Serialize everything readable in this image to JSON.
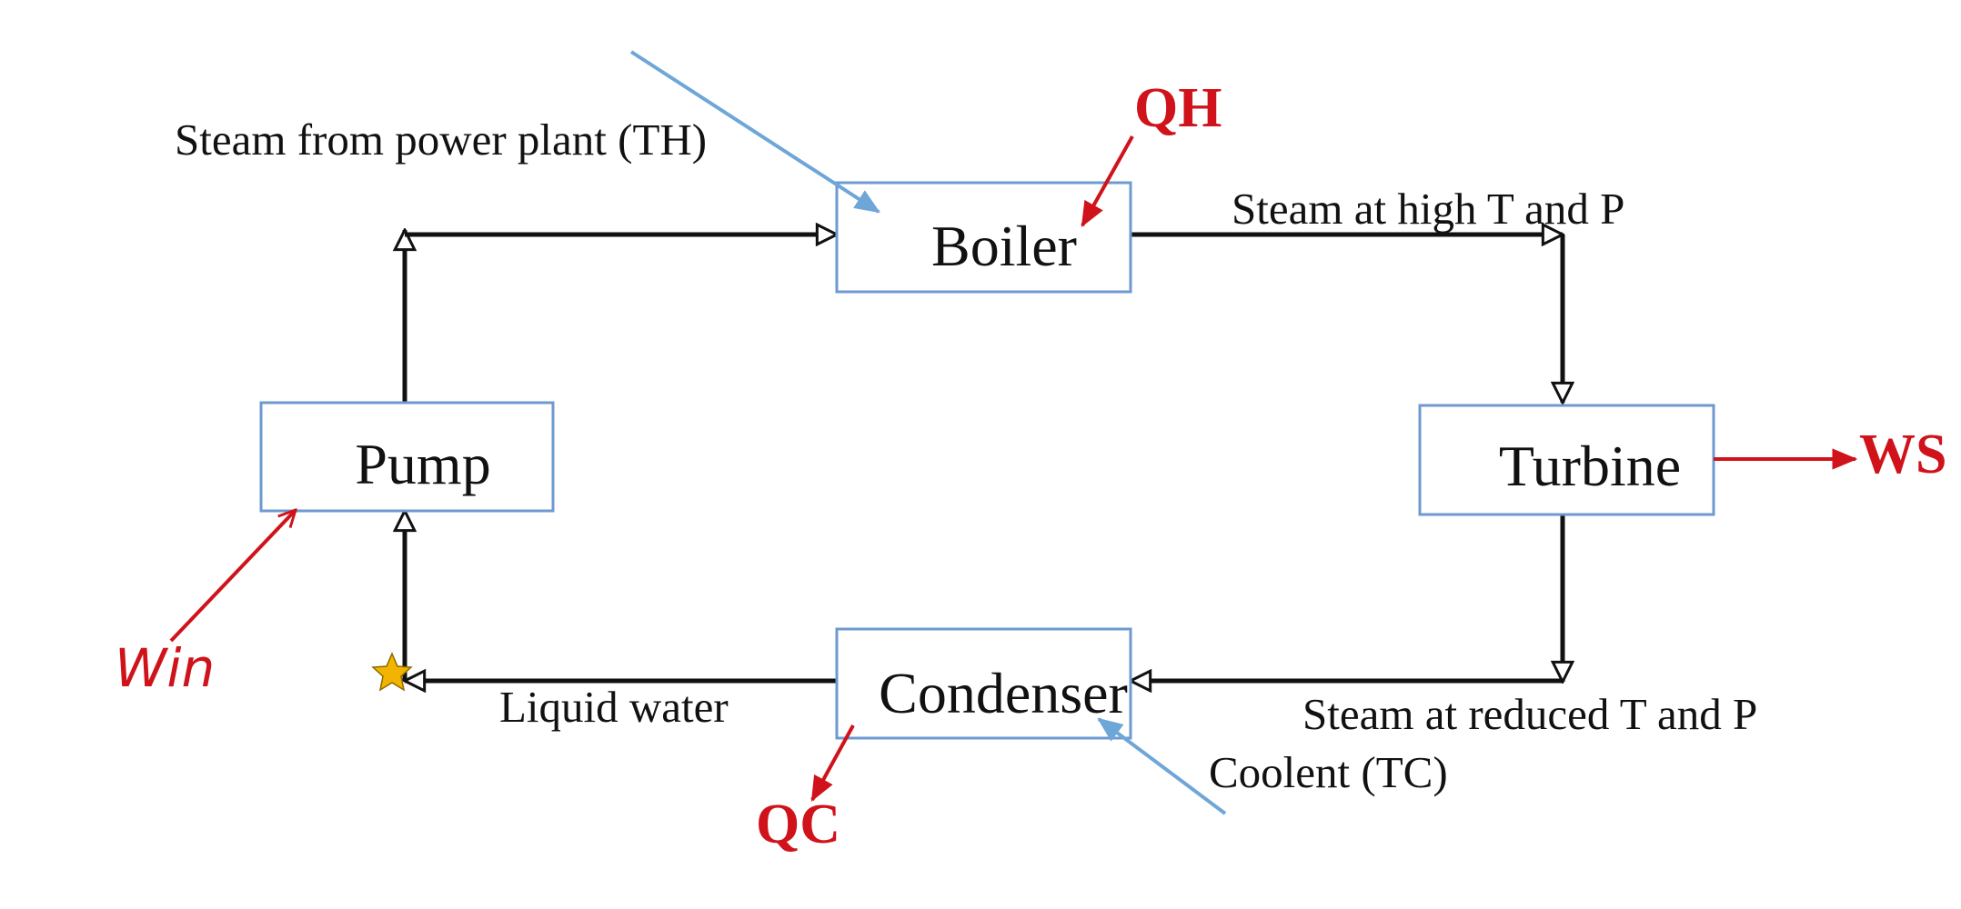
{
  "components": {
    "boiler": "Boiler",
    "turbine": "Turbine",
    "condenser": "Condenser",
    "pump": "Pump"
  },
  "stream_labels": {
    "steam_source": "Steam from power plant (TH)",
    "high_steam": "Steam at high T and P",
    "reduced_steam": "Steam at reduced T and P",
    "liquid": "Liquid water",
    "coolant": "Coolent (TC)"
  },
  "energy_labels": {
    "heat_in": "QH",
    "heat_out": "QC",
    "work_out": "WS",
    "work_in": "Win"
  },
  "colors": {
    "box_border": "#6e9ad0",
    "flow_line": "#111111",
    "stream_arrow": "#6fa6d8",
    "energy": "#d0121b",
    "marker_star": "#f2b400"
  }
}
